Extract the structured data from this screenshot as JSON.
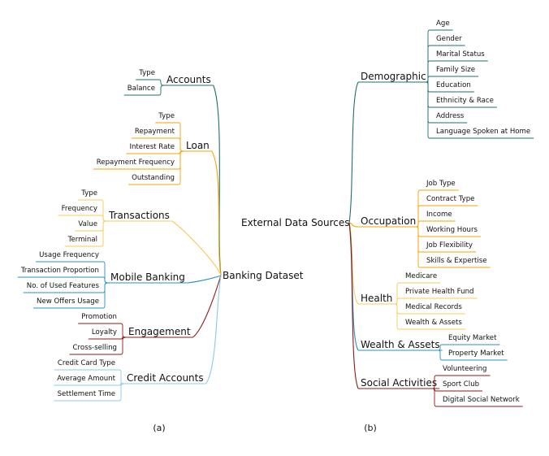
{
  "colors": {
    "teal": "#1e6f6e",
    "orange": "#f0a500",
    "yellow": "#f5cc5a",
    "blue": "#2a8fc0",
    "darkred": "#8b1a1a",
    "lightblue": "#8cc8e6"
  },
  "left": {
    "root": "Banking Dataset",
    "caption": "(a)",
    "branches": [
      {
        "label": "Accounts",
        "color": "teal",
        "leaves": [
          "Type",
          "Balance"
        ]
      },
      {
        "label": "Loan",
        "color": "orange",
        "leaves": [
          "Type",
          "Repayment",
          "Interest Rate",
          "Repayment Frequency",
          "Outstanding"
        ]
      },
      {
        "label": "Transactions",
        "color": "yellow",
        "leaves": [
          "Type",
          "Frequency",
          "Value",
          "Terminal"
        ]
      },
      {
        "label": "Mobile Banking",
        "color": "blue",
        "leaves": [
          "Usage Frequency",
          "Transaction Proportion",
          "No. of Used Features",
          "New Offers Usage"
        ]
      },
      {
        "label": "Engagement",
        "color": "darkred",
        "leaves": [
          "Promotion",
          "Loyalty",
          "Cross-selling"
        ]
      },
      {
        "label": "Credit Accounts",
        "color": "lightblue",
        "leaves": [
          "Credit Card Type",
          "Average Amount",
          "Settlement Time"
        ]
      }
    ]
  },
  "right": {
    "root": "External Data Sources",
    "caption": "(b)",
    "branches": [
      {
        "label": "Demographic",
        "color": "teal",
        "leaves": [
          "Age",
          "Gender",
          "Marital Status",
          "Family Size",
          "Education",
          "Ethnicity & Race",
          "Address",
          "Language Spoken at Home"
        ]
      },
      {
        "label": "Occupation",
        "color": "orange",
        "leaves": [
          "Job Type",
          "Contract Type",
          "Income",
          "Working Hours",
          "Job Flexibility",
          "Skills & Expertise"
        ]
      },
      {
        "label": "Health",
        "color": "yellow",
        "leaves": [
          "Medicare",
          "Private Health Fund",
          "Medical Records",
          "Wealth & Assets"
        ]
      },
      {
        "label": "Wealth & Assets",
        "color": "blue",
        "leaves": [
          "Equity Market",
          "Property Market"
        ]
      },
      {
        "label": "Social Activities",
        "color": "darkred",
        "leaves": [
          "Volunteering",
          "Sport Club",
          "Digital Social Network"
        ]
      }
    ]
  }
}
